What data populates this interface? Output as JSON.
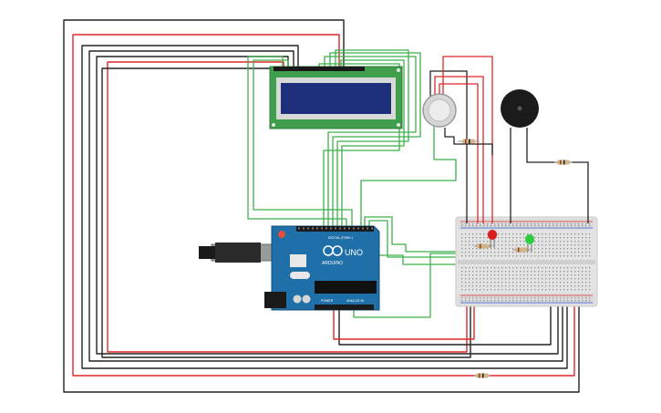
{
  "arduino": {
    "brand": "ARDUINO",
    "model": "UNO",
    "digital_label": "DIGITAL (PWM~)",
    "analog_label": "ANALOG IN",
    "power_label": "POWER"
  },
  "colors": {
    "wire_black": "#222222",
    "wire_red": "#e0262b",
    "wire_green": "#3db04a",
    "board_blue": "#1f6fa8",
    "lcd_pcb": "#3f9f4c",
    "lcd_screen": "#1d2f7a",
    "breadboard": "#e3e3e3",
    "led_red": "#d81e1e",
    "led_green": "#2ecc40",
    "buzzer": "#1b1b1b",
    "sensor": "#d6d6d6"
  }
}
